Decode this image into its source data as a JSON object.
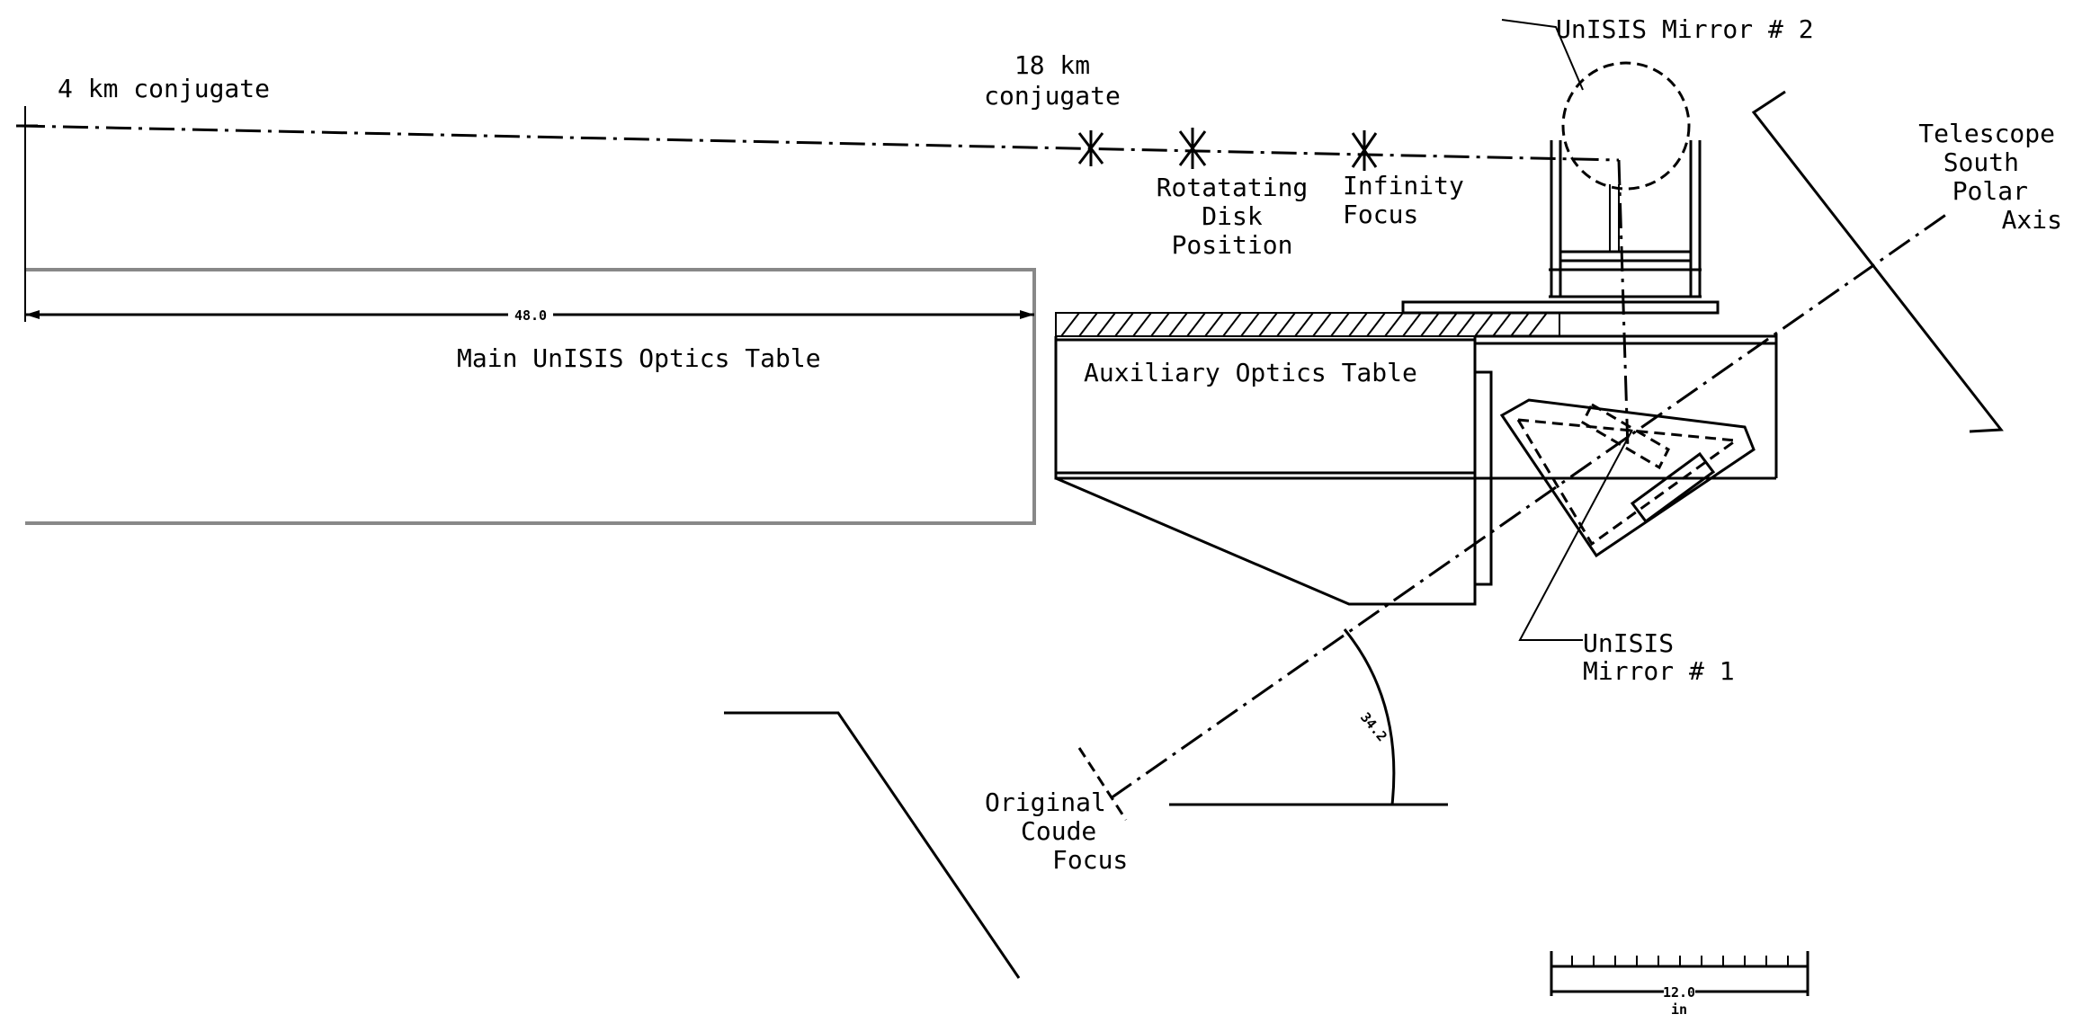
{
  "labels": {
    "conj4": "4 km conjugate",
    "conj18_l1": "18 km",
    "conj18_l2": "conjugate",
    "mirror2": "UnISIS Mirror # 2",
    "rot_l1": "Rotatating",
    "rot_l2": "Disk",
    "rot_l3": "Position",
    "inf_l1": "Infinity",
    "inf_l2": "Focus",
    "tele_l1": "Telescope",
    "tele_l2": "South",
    "tele_l3": "Polar",
    "tele_l4": "Axis",
    "main_table": "Main UnISIS Optics Table",
    "aux_table": "Auxiliary Optics Table",
    "mirror1_l1": "UnISIS",
    "mirror1_l2": "Mirror # 1",
    "coude_l1": "Original",
    "coude_l2": "Coude",
    "coude_l3": "Focus"
  },
  "dimensions": {
    "table_length": "48.0",
    "angle": "34.2",
    "scale_value": "12.0",
    "scale_unit": "in"
  }
}
